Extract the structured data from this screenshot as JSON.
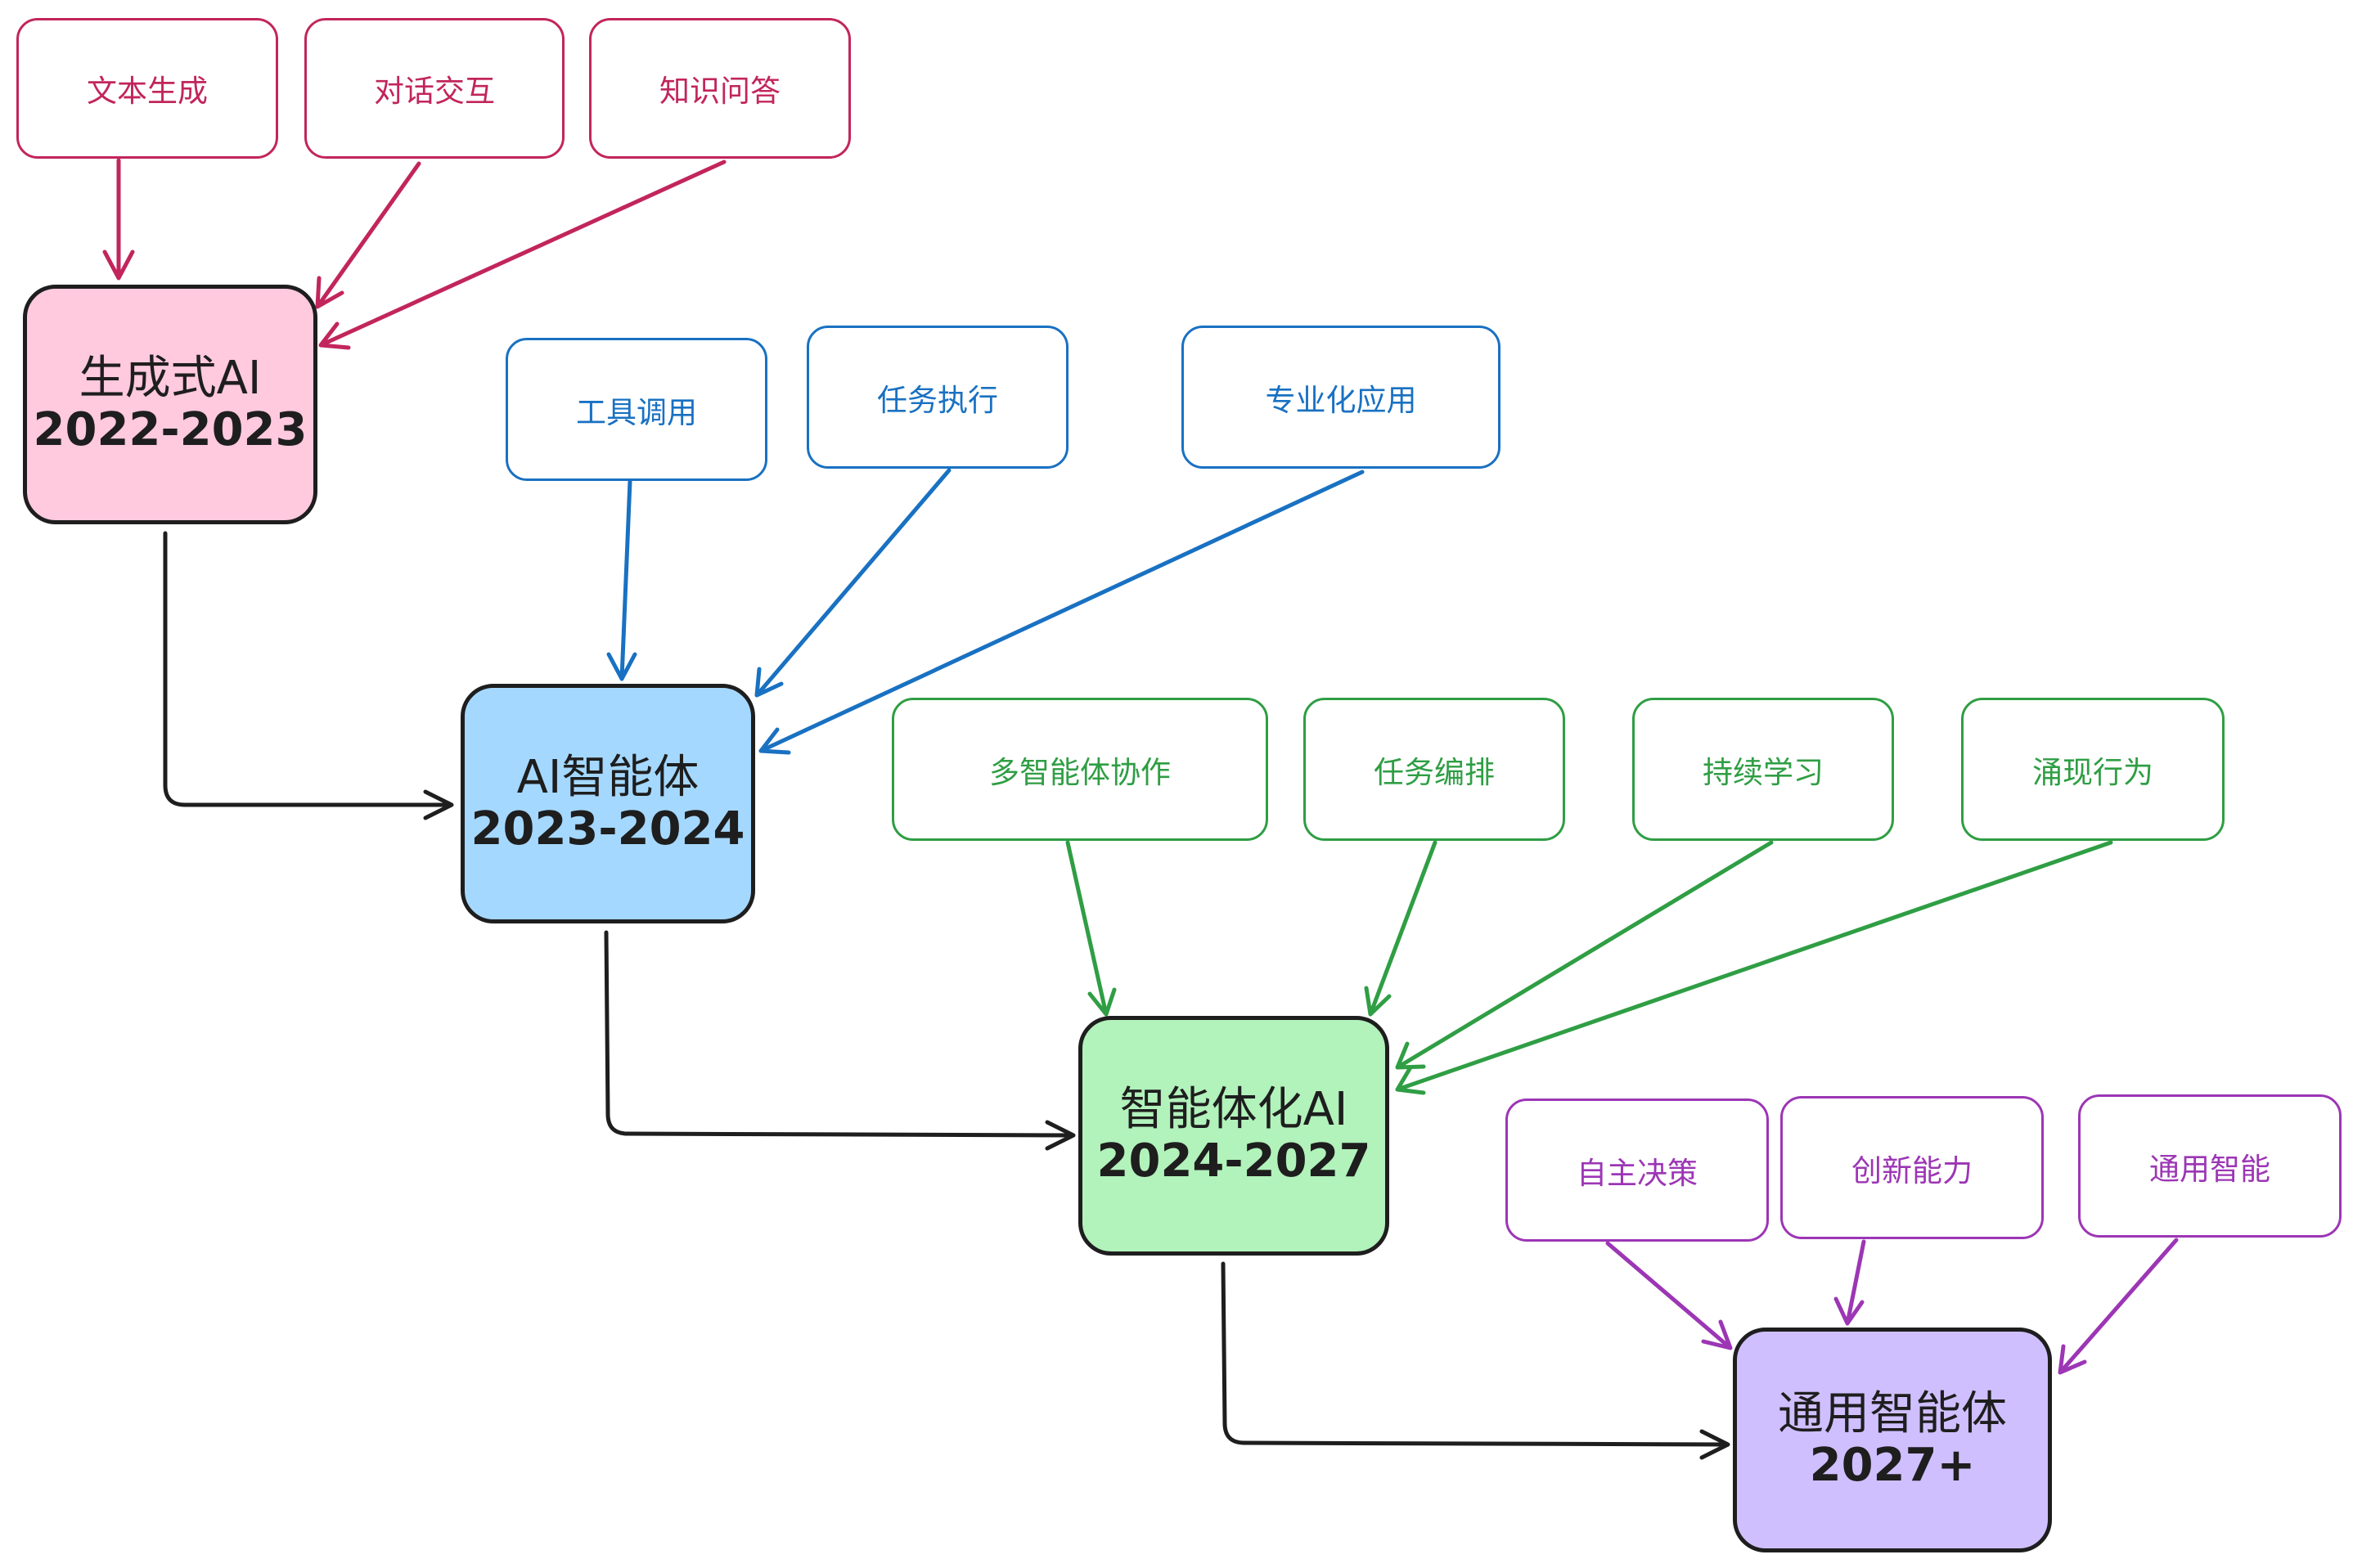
{
  "stages": [
    {
      "line1": "生成式AI",
      "line2": "2022-2023",
      "fill": "#ffc9de"
    },
    {
      "line1": "AI智能体",
      "line2": "2023-2024",
      "fill": "#a5d8ff"
    },
    {
      "line1": "智能体化AI",
      "line2": "2024-2027",
      "fill": "#b2f2bb"
    },
    {
      "line1": "通用智能体",
      "line2": "2027+",
      "fill": "#d0bfff"
    }
  ],
  "features": {
    "generative": [
      "文本生成",
      "对话交互",
      "知识问答"
    ],
    "agent": [
      "工具调用",
      "任务执行",
      "专业化应用"
    ],
    "agentic": [
      "多智能体协作",
      "任务编排",
      "持续学习",
      "涌现行为"
    ],
    "general": [
      "自主决策",
      "创新能力",
      "通用智能"
    ]
  },
  "colors": {
    "generative": "#c2255c",
    "agent": "#1971c2",
    "agentic": "#2f9e44",
    "general": "#9c36b5",
    "main_arrow": "#1e1e1e"
  }
}
